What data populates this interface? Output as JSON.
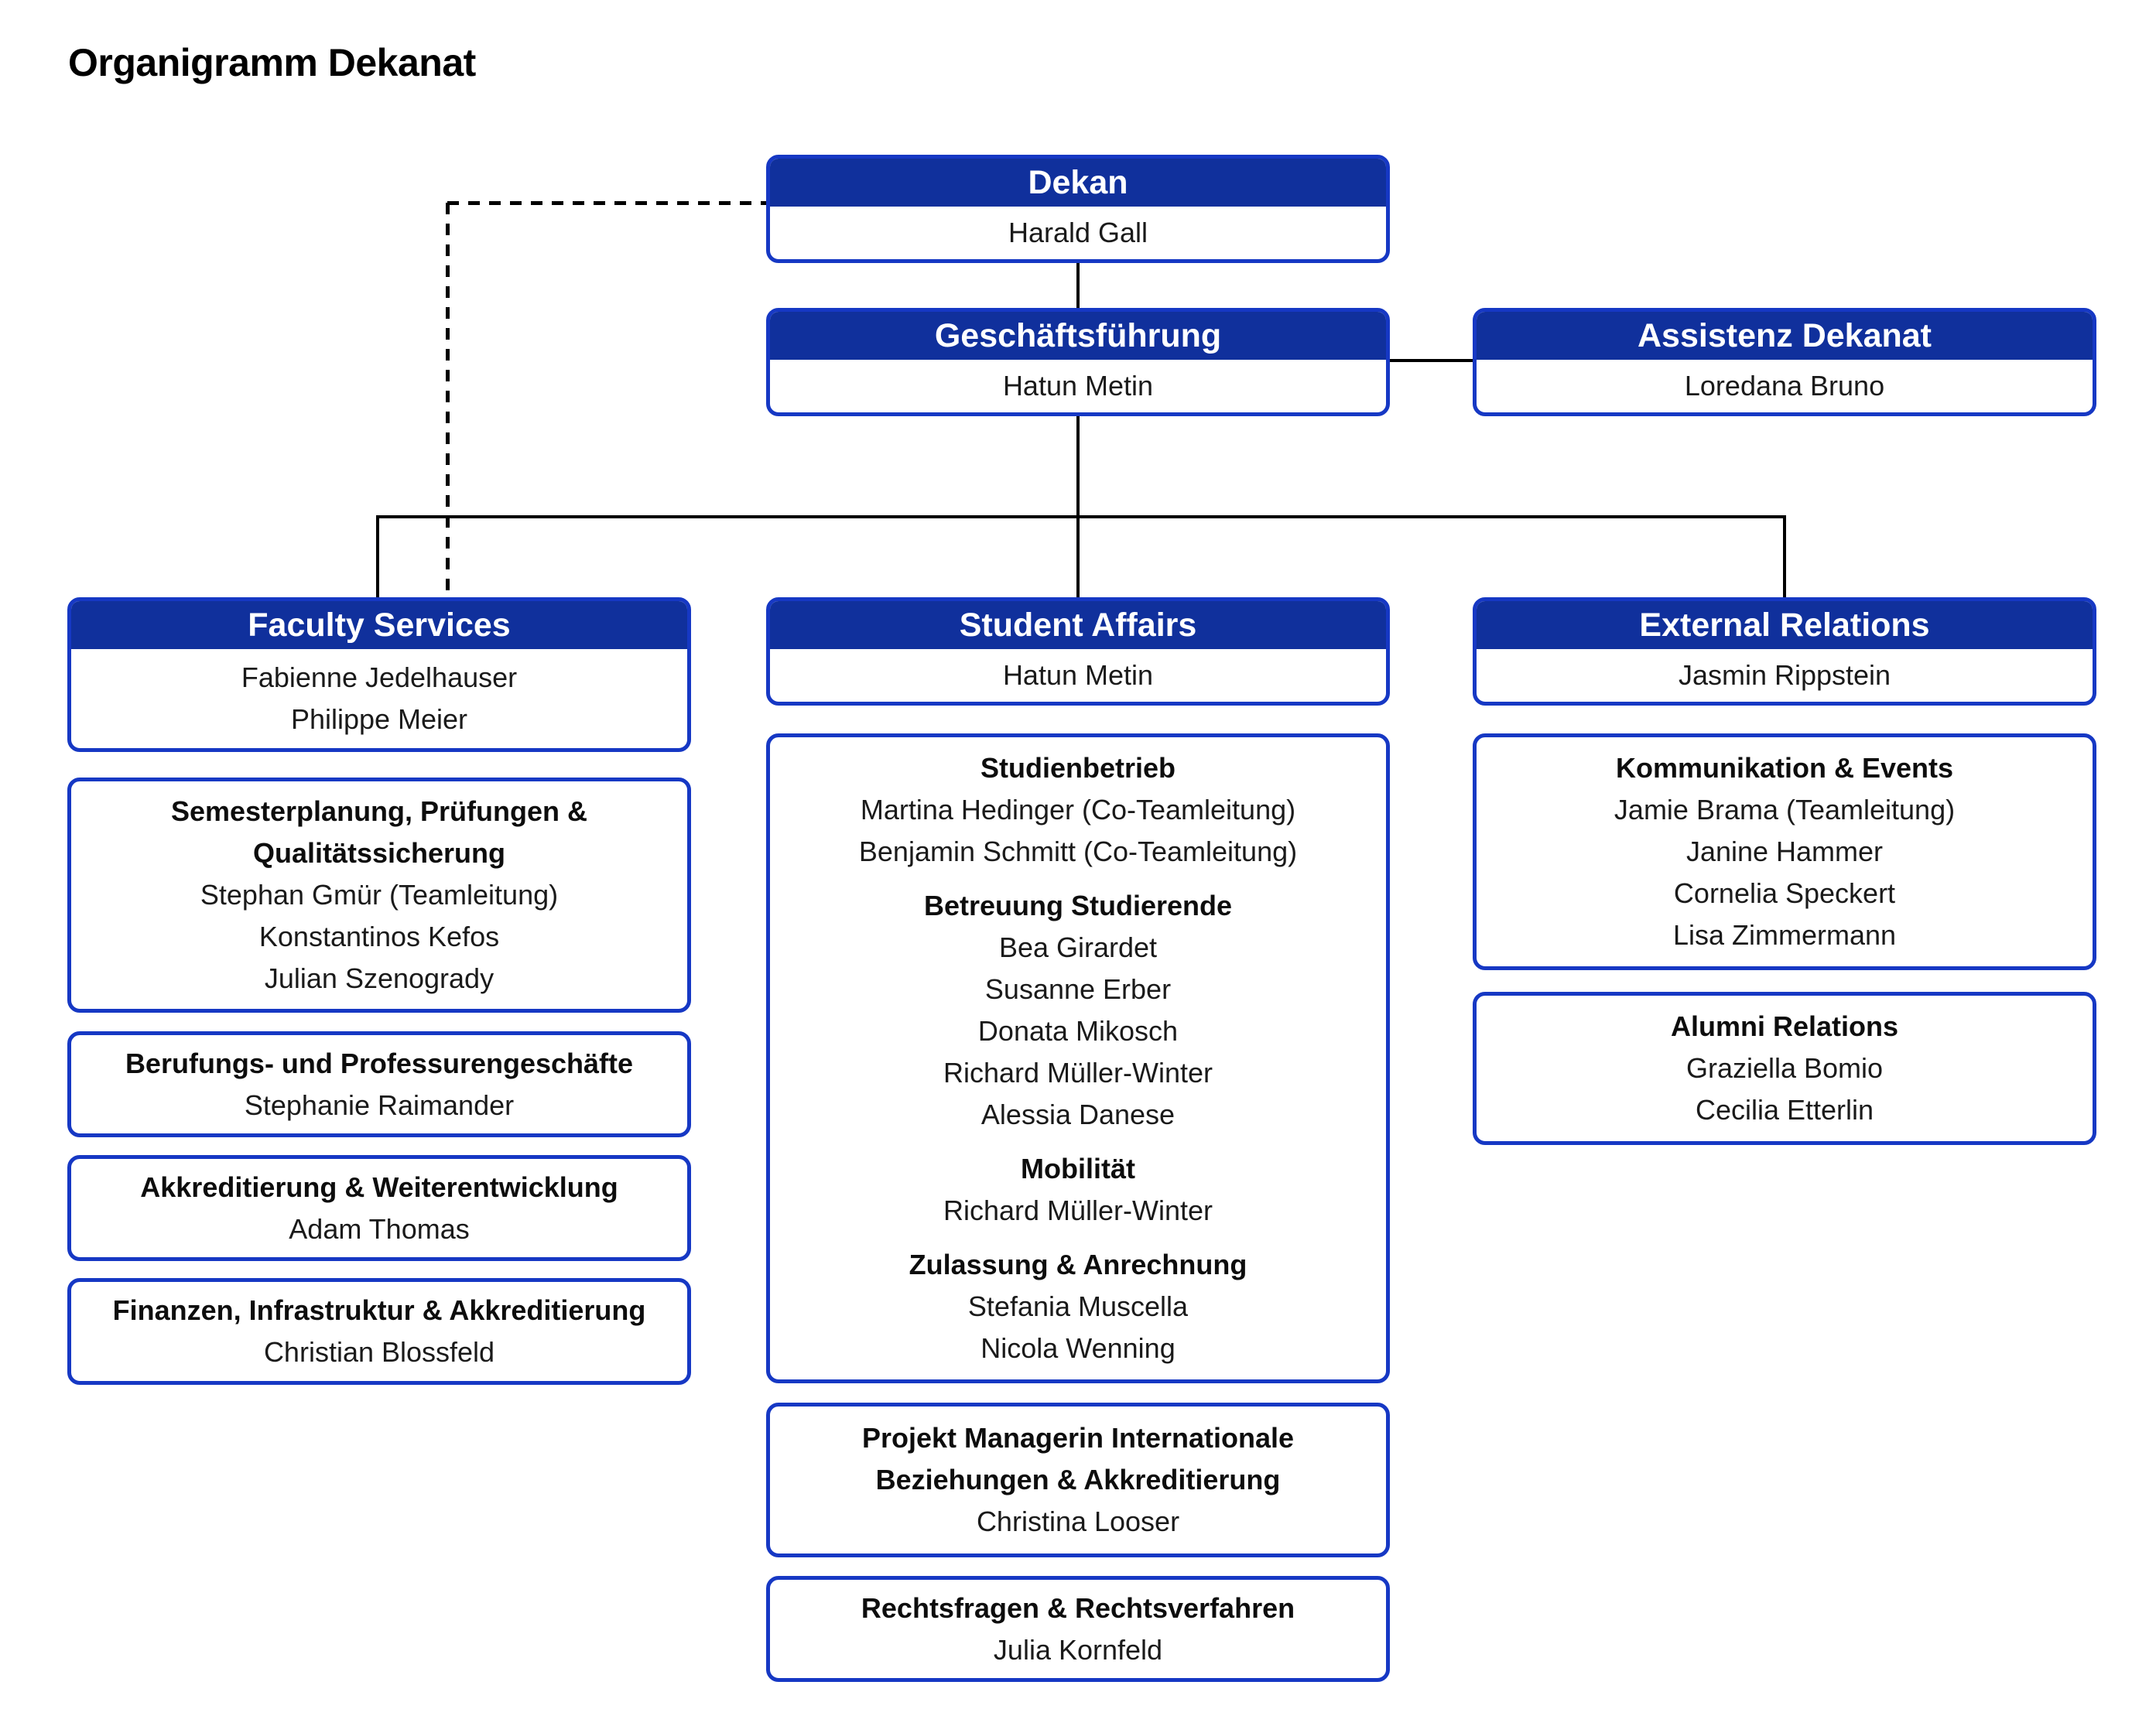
{
  "title": "Organigramm Dekanat",
  "colors": {
    "header_bg": "#10309C",
    "box_border": "#1638C4",
    "line": "#000000"
  },
  "nodes": {
    "dekan": {
      "title": "Dekan",
      "people": [
        "Harald Gall"
      ]
    },
    "gf": {
      "title": "Geschäftsführung",
      "people": [
        "Hatun Metin"
      ]
    },
    "assistenz": {
      "title": "Assistenz Dekanat",
      "people": [
        "Loredana Bruno"
      ]
    },
    "faculty": {
      "title": "Faculty Services",
      "people": [
        "Fabienne Jedelhauser",
        "Philippe Meier"
      ]
    },
    "student": {
      "title": "Student Affairs",
      "people": [
        "Hatun Metin"
      ]
    },
    "external": {
      "title": "External Relations",
      "people": [
        "Jasmin Rippstein"
      ]
    }
  },
  "faculty_units": [
    {
      "title": "Semesterplanung, Prüfungen & Qualitätssicherung",
      "people": [
        "Stephan Gmür (Teamleitung)",
        "Konstantinos Kefos",
        "Julian Szenogrady"
      ]
    },
    {
      "title": "Berufungs- und Professurengeschäfte",
      "people": [
        "Stephanie Raimander"
      ]
    },
    {
      "title": "Akkreditierung & Weiterentwicklung",
      "people": [
        "Adam Thomas"
      ]
    },
    {
      "title": "Finanzen, Infrastruktur & Akkreditierung",
      "people": [
        "Christian Blossfeld"
      ]
    }
  ],
  "student_sections": [
    {
      "title": "Studienbetrieb",
      "people": [
        "Martina Hedinger (Co-Teamleitung)",
        "Benjamin Schmitt (Co-Teamleitung)"
      ]
    },
    {
      "title": "Betreuung Studierende",
      "people": [
        "Bea Girardet",
        "Susanne Erber",
        "Donata Mikosch",
        "Richard Müller-Winter",
        "Alessia Danese"
      ]
    },
    {
      "title": "Mobilität",
      "people": [
        "Richard Müller-Winter"
      ]
    },
    {
      "title": "Zulassung & Anrechnung",
      "people": [
        "Stefania Muscella",
        "Nicola Wenning"
      ]
    }
  ],
  "student_units": [
    {
      "title": "Projekt Managerin Internationale Beziehungen & Akkreditierung",
      "people": [
        "Christina Looser"
      ]
    },
    {
      "title": "Rechtsfragen & Rechtsverfahren",
      "people": [
        "Julia Kornfeld"
      ]
    }
  ],
  "external_units": [
    {
      "title": "Kommunikation & Events",
      "people": [
        "Jamie Brama (Teamleitung)",
        "Janine Hammer",
        "Cornelia Speckert",
        "Lisa Zimmermann"
      ]
    },
    {
      "title": "Alumni Relations",
      "people": [
        "Graziella Bomio",
        "Cecilia Etterlin"
      ]
    }
  ]
}
